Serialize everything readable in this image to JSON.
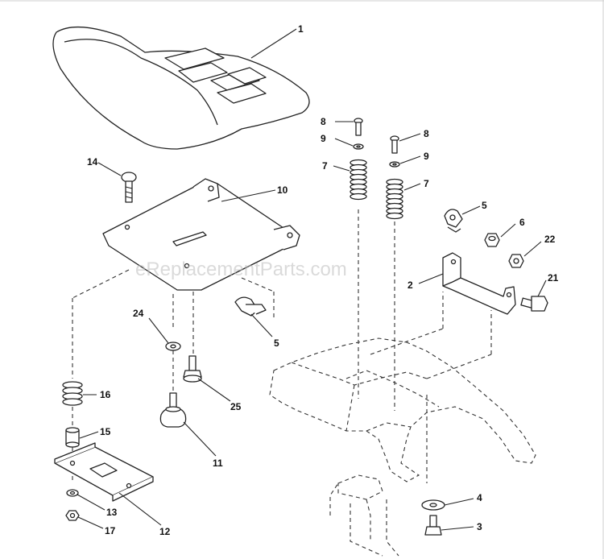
{
  "watermark": "eReplacementParts.com",
  "callouts": {
    "c1": "1",
    "c2": "2",
    "c3": "3",
    "c4": "4",
    "c5a": "5",
    "c5b": "5",
    "c6": "6",
    "c7a": "7",
    "c7b": "7",
    "c8a": "8",
    "c8b": "8",
    "c9a": "9",
    "c9b": "9",
    "c10": "10",
    "c11": "11",
    "c12": "12",
    "c13": "13",
    "c14": "14",
    "c15": "15",
    "c16": "16",
    "c17": "17",
    "c21": "21",
    "c22": "22",
    "c24": "24",
    "c25": "25"
  }
}
